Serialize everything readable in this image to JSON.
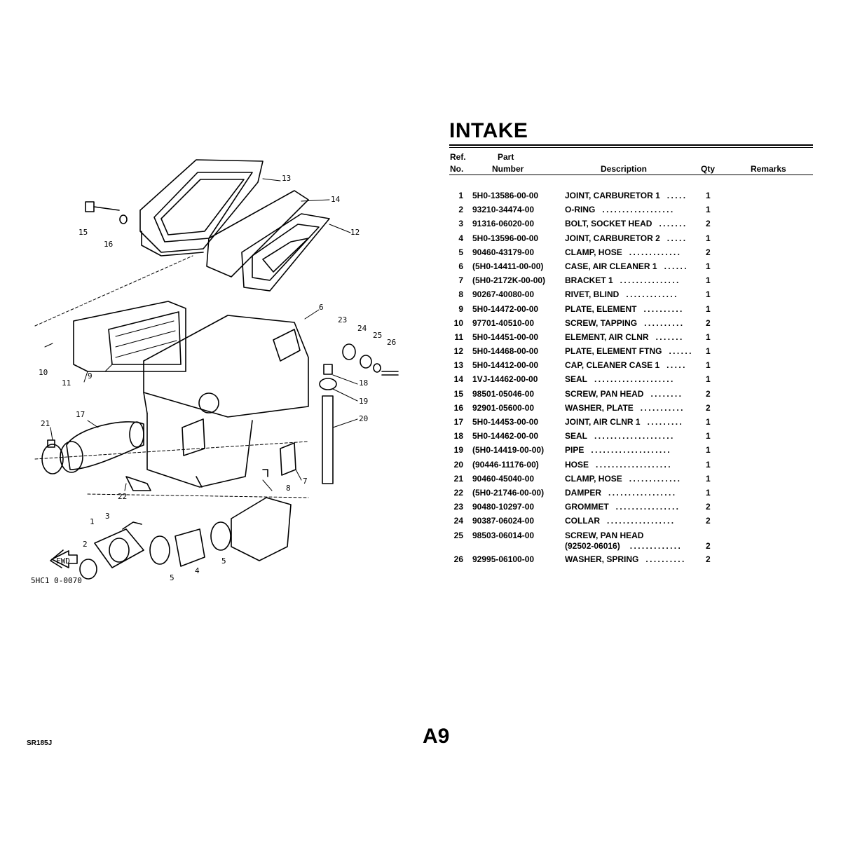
{
  "page": {
    "title": "INTAKE",
    "page_number": "A9",
    "model_code": "SR185J"
  },
  "table": {
    "header": {
      "ref_line1": "Ref.",
      "ref_line2": "No.",
      "part_line1": "Part",
      "part_line2": "Number",
      "description": "Description",
      "qty": "Qty",
      "remarks": "Remarks"
    },
    "rows": [
      {
        "ref": "1",
        "part_number": "5H0-13586-00-00",
        "description": "JOINT, CARBURETOR 1",
        "dots": ".....",
        "qty": "1"
      },
      {
        "ref": "2",
        "part_number": "93210-34474-00",
        "description": "O-RING",
        "dots": "..................",
        "qty": "1"
      },
      {
        "ref": "3",
        "part_number": "91316-06020-00",
        "description": "BOLT, SOCKET HEAD",
        "dots": ".......",
        "qty": "2"
      },
      {
        "ref": "4",
        "part_number": "5H0-13596-00-00",
        "description": "JOINT, CARBURETOR 2",
        "dots": ".....",
        "qty": "1"
      },
      {
        "ref": "5",
        "part_number": "90460-43179-00",
        "description": "CLAMP, HOSE",
        "dots": ".............",
        "qty": "2"
      },
      {
        "ref": "6",
        "part_number": "(5H0-14411-00-00)",
        "description": "CASE, AIR CLEANER 1",
        "dots": "......",
        "qty": "1"
      },
      {
        "ref": "7",
        "part_number": "(5H0-2172K-00-00)",
        "description": "BRACKET 1",
        "dots": "...............",
        "qty": "1"
      },
      {
        "ref": "8",
        "part_number": "90267-40080-00",
        "description": "RIVET, BLIND",
        "dots": ".............",
        "qty": "1"
      },
      {
        "ref": "9",
        "part_number": "5H0-14472-00-00",
        "description": "PLATE, ELEMENT",
        "dots": "..........",
        "qty": "1"
      },
      {
        "ref": "10",
        "part_number": "97701-40510-00",
        "description": "SCREW, TAPPING",
        "dots": "..........",
        "qty": "2"
      },
      {
        "ref": "11",
        "part_number": "5H0-14451-00-00",
        "description": "ELEMENT, AIR CLNR",
        "dots": ".......",
        "qty": "1"
      },
      {
        "ref": "12",
        "part_number": "5H0-14468-00-00",
        "description": "PLATE, ELEMENT FTNG",
        "dots": "......",
        "qty": "1"
      },
      {
        "ref": "13",
        "part_number": "5H0-14412-00-00",
        "description": "CAP, CLEANER CASE 1",
        "dots": ".....",
        "qty": "1"
      },
      {
        "ref": "14",
        "part_number": "1VJ-14462-00-00",
        "description": "SEAL",
        "dots": "....................",
        "qty": "1"
      },
      {
        "ref": "15",
        "part_number": "98501-05046-00",
        "description": "SCREW, PAN HEAD",
        "dots": "........",
        "qty": "2"
      },
      {
        "ref": "16",
        "part_number": "92901-05600-00",
        "description": "WASHER, PLATE",
        "dots": "...........",
        "qty": "2"
      },
      {
        "ref": "17",
        "part_number": "5H0-14453-00-00",
        "description": "JOINT, AIR CLNR 1",
        "dots": ".........",
        "qty": "1"
      },
      {
        "ref": "18",
        "part_number": "5H0-14462-00-00",
        "description": "SEAL",
        "dots": "....................",
        "qty": "1"
      },
      {
        "ref": "19",
        "part_number": "(5H0-14419-00-00)",
        "description": "PIPE",
        "dots": "....................",
        "qty": "1"
      },
      {
        "ref": "20",
        "part_number": "(90446-11176-00)",
        "description": "HOSE",
        "dots": "...................",
        "qty": "1"
      },
      {
        "ref": "21",
        "part_number": "90460-45040-00",
        "description": "CLAMP, HOSE",
        "dots": ".............",
        "qty": "1"
      },
      {
        "ref": "22",
        "part_number": "(5H0-21746-00-00)",
        "description": "DAMPER",
        "dots": ".................",
        "qty": "1"
      },
      {
        "ref": "23",
        "part_number": "90480-10297-00",
        "description": "GROMMET",
        "dots": "................",
        "qty": "2"
      },
      {
        "ref": "24",
        "part_number": "90387-06024-00",
        "description": "COLLAR",
        "dots": ".................",
        "qty": "2"
      },
      {
        "ref": "25",
        "part_number": "98503-06014-00",
        "description": "SCREW, PAN HEAD",
        "description_line2": "(92502-06016)",
        "dots": ".............",
        "qty": "2"
      },
      {
        "ref": "26",
        "part_number": "92995-06100-00",
        "description": "WASHER, SPRING",
        "dots": "..........",
        "qty": "2"
      }
    ]
  },
  "diagram": {
    "callouts": [
      "1",
      "2",
      "3",
      "4",
      "5",
      "5",
      "6",
      "7",
      "8",
      "9",
      "10",
      "11",
      "12",
      "13",
      "14",
      "15",
      "16",
      "17",
      "18",
      "19",
      "20",
      "21",
      "22",
      "23",
      "24",
      "25",
      "26"
    ],
    "fwd_label": "FWD",
    "drawing_code": "5HC1 0-0070"
  }
}
